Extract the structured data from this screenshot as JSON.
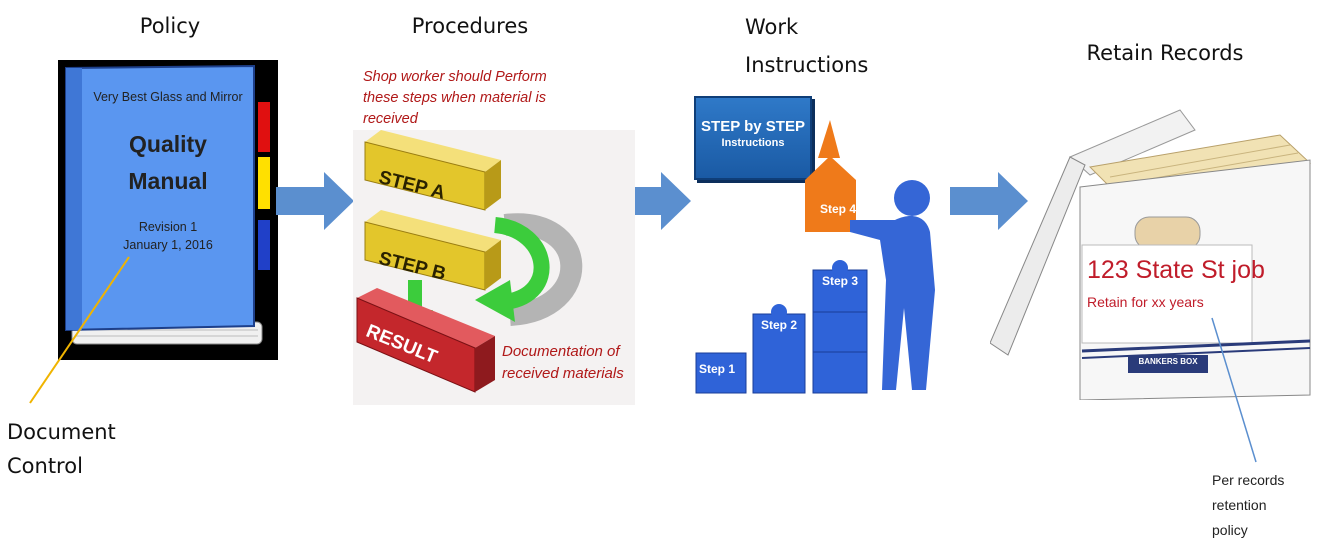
{
  "stages": {
    "policy": "Policy",
    "procedures": "Procedures",
    "work_instructions": [
      "Work",
      "Instructions"
    ],
    "retain_records": "Retain Records"
  },
  "manual": {
    "company": "Very Best Glass and Mirror",
    "title_line1": "Quality",
    "title_line2": "Manual",
    "revision": "Revision 1",
    "date": "January 1, 2016"
  },
  "document_control": [
    "Document",
    "Control"
  ],
  "procedures": {
    "note_top": [
      "Shop worker should Perform",
      "these steps when material is",
      "received"
    ],
    "step_a": "STEP A",
    "step_b": "STEP B",
    "result": "RESULT",
    "note_bottom": [
      "Documentation of",
      "received materials"
    ]
  },
  "work_instructions": {
    "sign_line1": "STEP by STEP",
    "sign_line2": "Instructions",
    "steps": [
      "Step 1",
      "Step 2",
      "Step 3",
      "Step 4"
    ]
  },
  "records": {
    "label_line1": "123 State St job",
    "label_line2": "Retain for xx years",
    "brand": "BANKERS BOX",
    "note": [
      "Per records",
      "retention",
      "policy"
    ]
  },
  "colors": {
    "arrow": "#5b8fcf",
    "manual_cover": "#5a96f0",
    "step_gold": "#e3c62b",
    "result_red": "#c4272c",
    "puzzle_blue": "#2f63d8",
    "step4_orange": "#ef7a1a",
    "note_red": "#b01818"
  }
}
